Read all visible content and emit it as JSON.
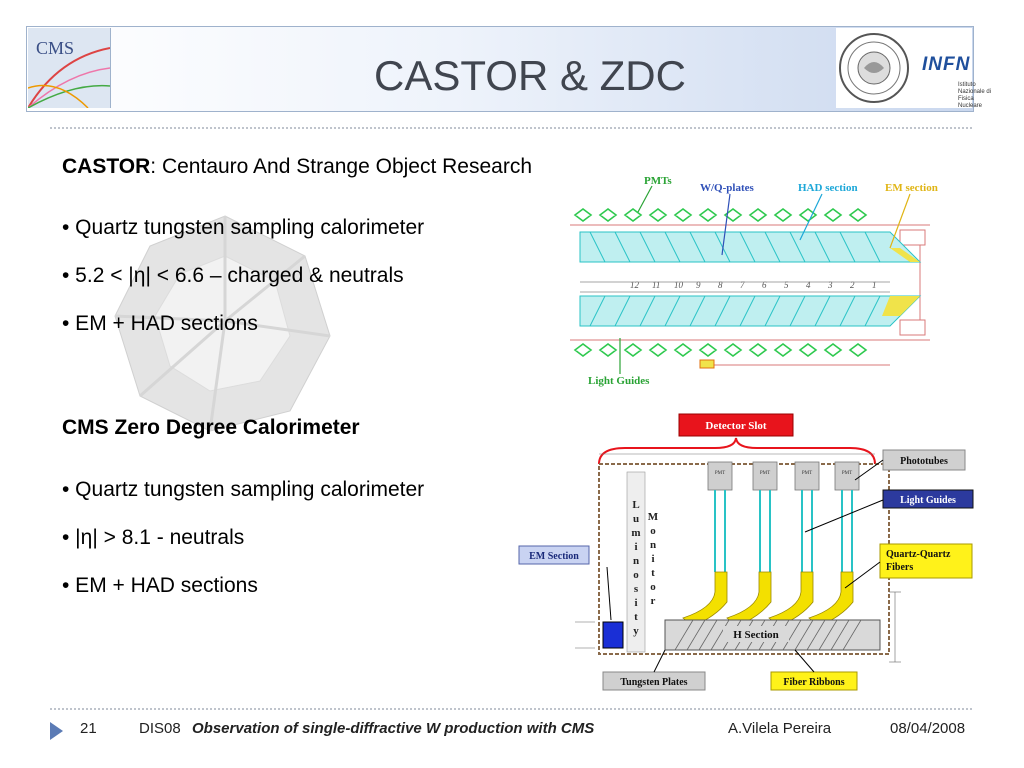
{
  "header": {
    "title": "CASTOR & ZDC",
    "cms_logo_text": "CMS",
    "infn_text": "INFN",
    "infn_subtitle": "Istituto Nazionale di Fisica Nucleare"
  },
  "castor": {
    "heading_bold": "CASTOR",
    "heading_rest": ": Centauro And Strange Object Research",
    "bullets": [
      "• Quartz tungsten sampling calorimeter",
      "• 5.2 < |η| < 6.6 – charged & neutrals",
      "• EM + HAD sections"
    ],
    "diagram": {
      "labels": [
        "PMTs",
        "W/Q-plates",
        "HAD section",
        "EM section",
        "Light Guides"
      ],
      "numbers": [
        "12",
        "11",
        "10",
        "9",
        "8",
        "7",
        "6",
        "5",
        "4",
        "3",
        "2",
        "1"
      ]
    }
  },
  "zdc": {
    "heading": "CMS Zero Degree Calorimeter",
    "bullets": [
      "• Quartz tungsten sampling calorimeter",
      "• |η| > 8.1 - neutrals",
      "• EM + HAD sections"
    ],
    "diagram": {
      "detector_slot": "Detector Slot",
      "phototubes": "Phototubes",
      "light_guides": "Light Guides",
      "quartz_fibers": "Quartz-Quartz\nFibers",
      "em_section": "EM Section",
      "h_section": "H Section",
      "tungsten_plates": "Tungsten Plates",
      "fiber_ribbons": "Fiber Ribbons",
      "luminosity": "Luminosity",
      "monitor": "Monitor",
      "pmt": "PMT"
    }
  },
  "footer": {
    "page": "21",
    "conf": "DIS08",
    "title": "Observation of single-diffractive W production with CMS",
    "author": "A.Vilela Pereira",
    "date": "08/04/2008"
  },
  "colors": {
    "accent": "#5b7bb5",
    "title": "#40454f",
    "detector_slot_red": "#e8141c",
    "label_blue": "#2c3a9e",
    "label_yellow": "#fff21a",
    "label_gray": "#d0d0d0",
    "quartz_cyan": "#29c3c6",
    "plate_green": "#2fc94f"
  },
  "icons": {
    "footer": "triangle-arrow-icon"
  }
}
